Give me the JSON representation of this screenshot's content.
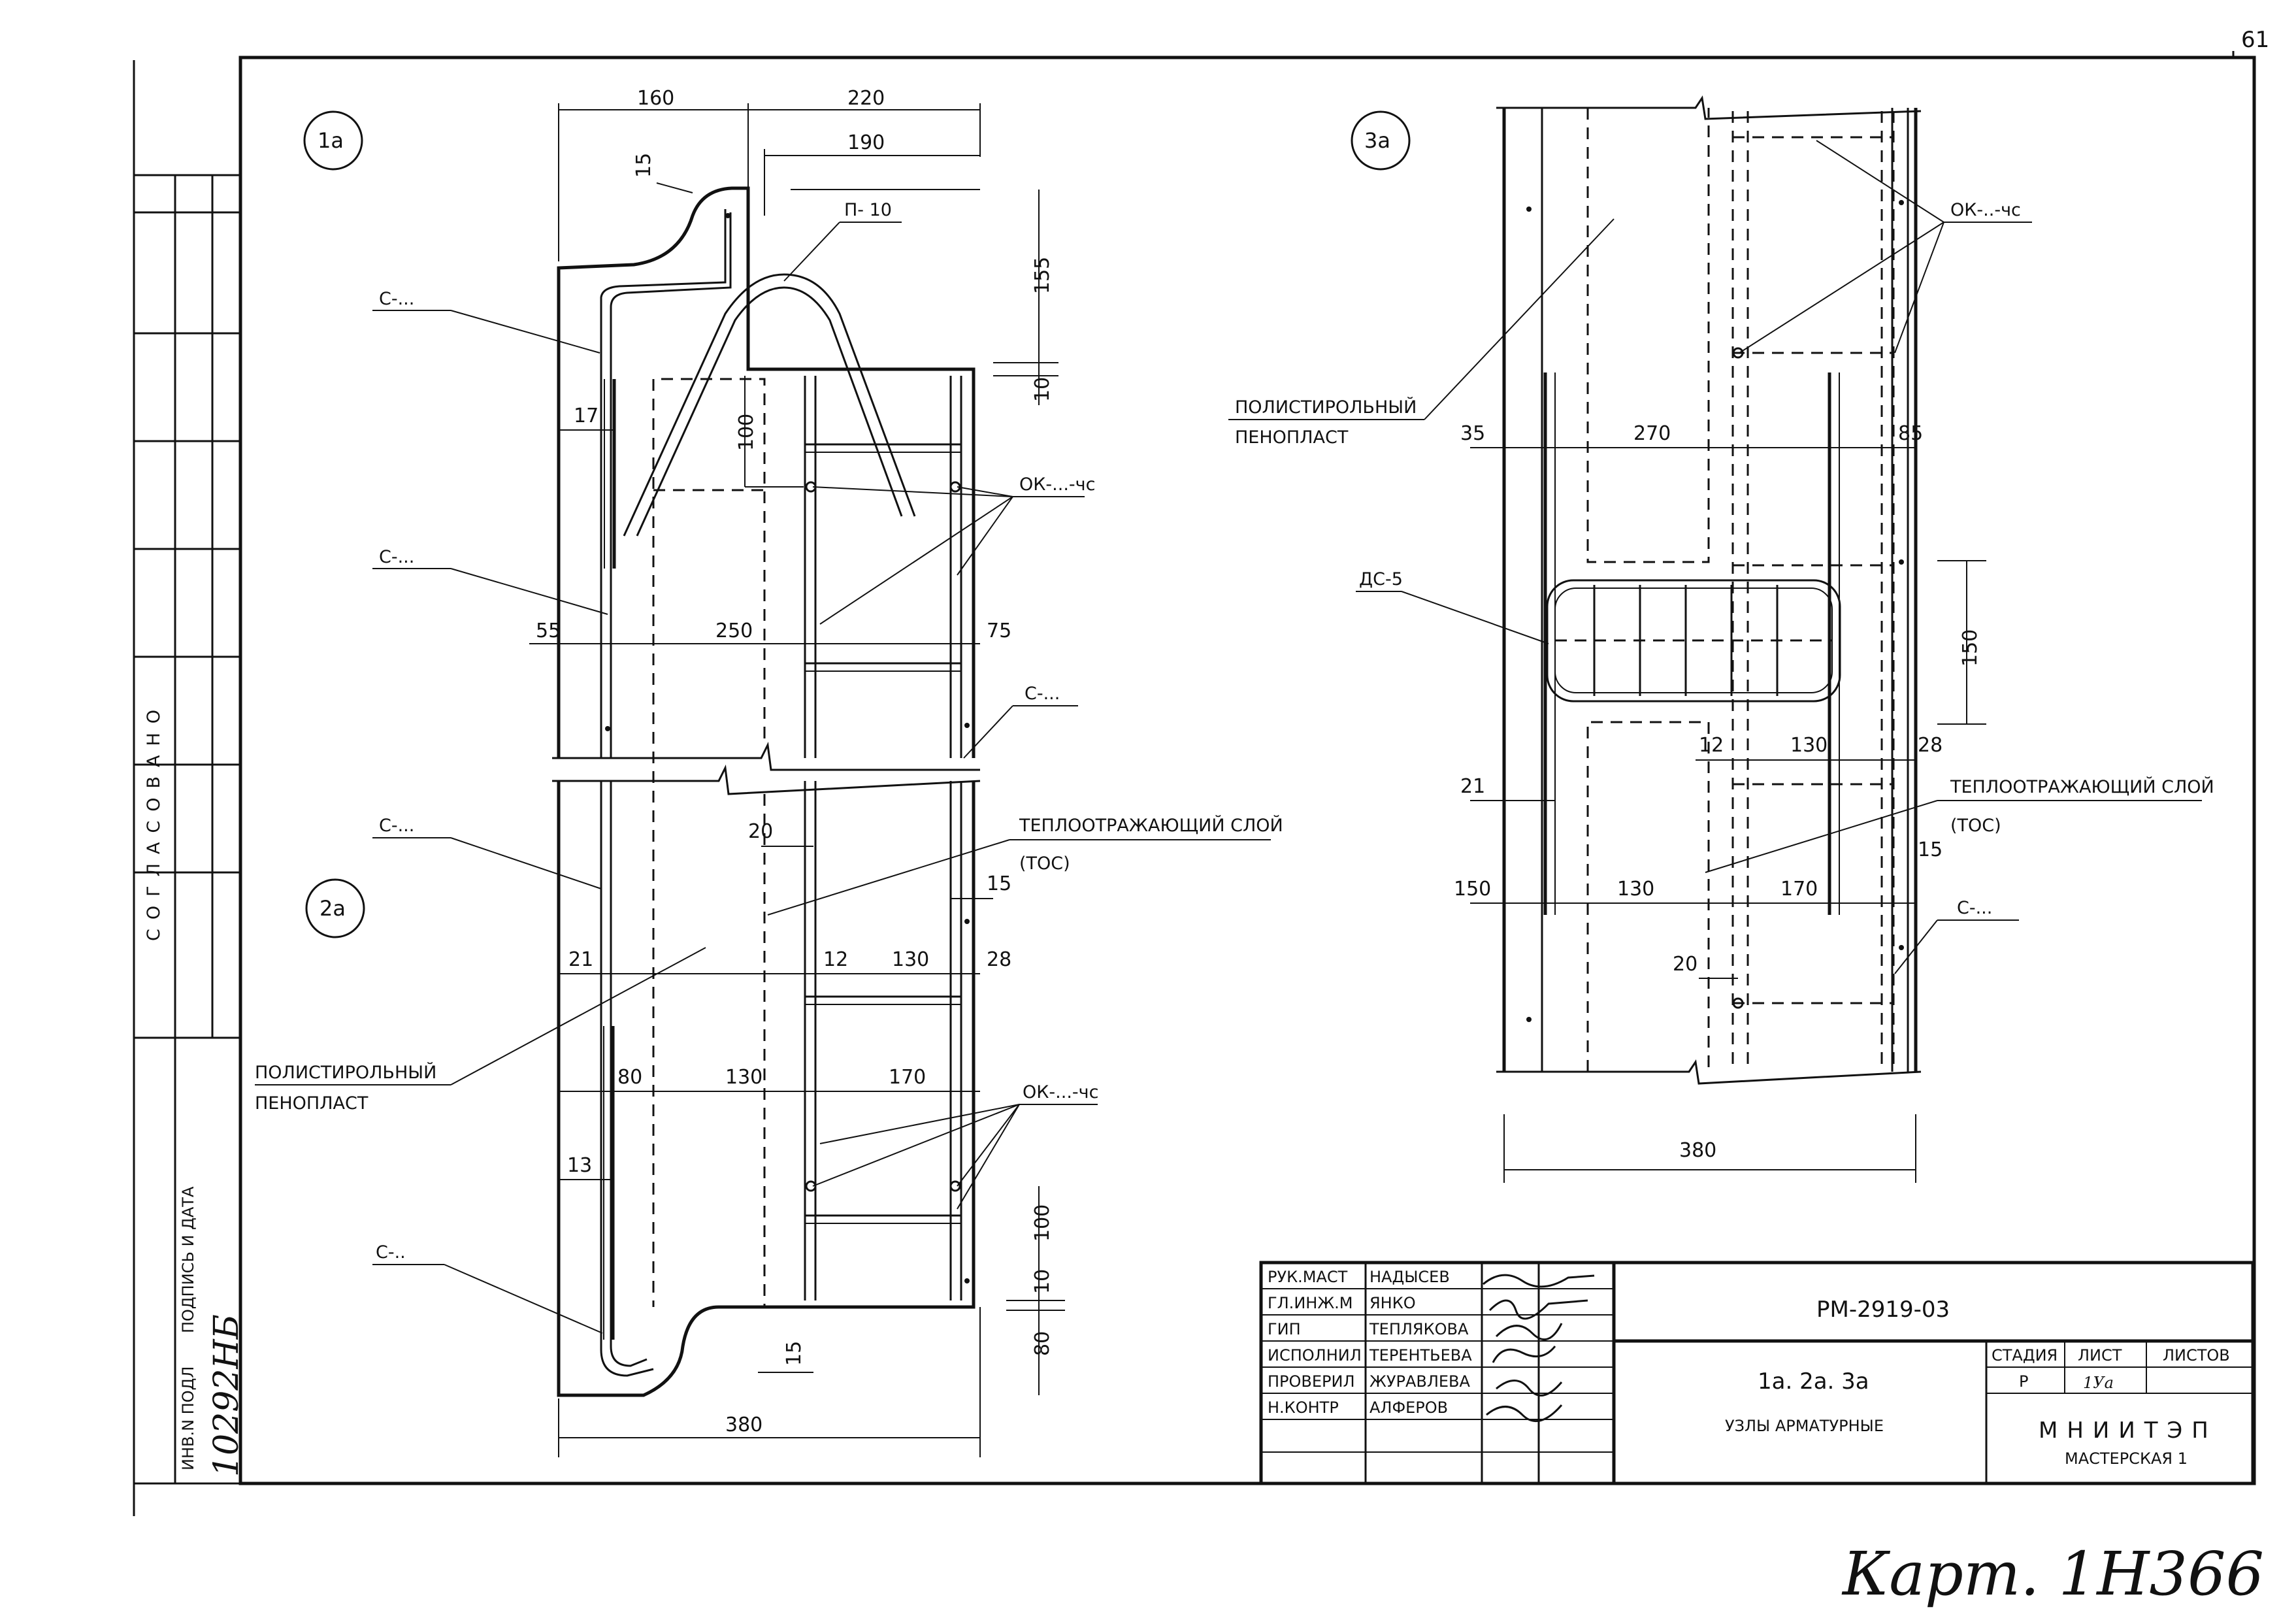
{
  "sheet_number": "61",
  "side_stamp": {
    "agreed": "СОГЛАСОВАНО",
    "sign_date": "ПОДПИСЬ И ДАТА",
    "inv_no": "ИНВ.N ПОДЛ",
    "inv_value": "10292НБ"
  },
  "nodes": {
    "n1": "1а",
    "n2": "2а",
    "n3": "3а"
  },
  "dims_left": {
    "d160": "160",
    "d220": "220",
    "d190": "190",
    "d15a": "15",
    "d155": "155",
    "d10a": "10",
    "d17": "17",
    "d100a": "100",
    "d55": "55",
    "d250": "250",
    "d75": "75",
    "d20a": "20",
    "d15b": "15",
    "d21a": "21",
    "d12a": "12",
    "d130a": "130",
    "d28a": "28",
    "d80a": "80",
    "d130b": "130",
    "d170a": "170",
    "d13": "13",
    "d100b": "100",
    "d10b": "10",
    "d80b": "80",
    "d15c": "15",
    "d380a": "380"
  },
  "labels_left": {
    "pb": "П- 10",
    "c1": "С-...",
    "c2": "С-...",
    "c3": "С-...",
    "c4": "С-...",
    "c5": "С-..",
    "ok1": "ОК-...-чс",
    "ok2": "ОК-...-чс",
    "tos1": "ТЕПЛООТРАЖАЮЩИЙ СЛОЙ",
    "tos2": "(ТОС)",
    "pp1": "ПОЛИСТИРОЛЬНЫЙ",
    "pp2": "ПЕНОПЛАСТ"
  },
  "dims_right": {
    "d35": "35",
    "d270": "270",
    "d85": "85",
    "d150a": "150",
    "d12": "12",
    "d130a": "130",
    "d28": "28",
    "d21": "21",
    "d150b": "150",
    "d130b": "130",
    "d170": "170",
    "d15": "15",
    "d20": "20",
    "d380": "380"
  },
  "labels_right": {
    "ok": "ОК-..-чс",
    "pp1": "ПОЛИСТИРОЛЬНЫЙ",
    "pp2": "ПЕНОПЛАСТ",
    "ds": "ДС-5",
    "tos1": "ТЕПЛООТРАЖАЮЩИЙ СЛОЙ",
    "tos2": "(ТОС)",
    "c": "С-..."
  },
  "title_block": {
    "roles": [
      "РУК.МАСТ",
      "ГЛ.ИНЖ.М",
      "ГИП",
      "ИСПОЛНИЛ",
      "ПРОВЕРИЛ",
      "Н.КОНТР"
    ],
    "names": [
      "НАДЫСЕВ",
      "ЯНКО",
      "ТЕПЛЯКОВА",
      "ТЕРЕНТЬЕВА",
      "ЖУРАВЛЕВА",
      "АЛФЕРОВ"
    ],
    "code": "РМ-2919-03",
    "title1": "1а. 2а. 3а",
    "title2": "УЗЛЫ АРМАТУРНЫЕ",
    "stage_h": "СТАДИЯ",
    "sheet_h": "ЛИСТ",
    "sheets_h": "ЛИСТОВ",
    "stage": "Р",
    "sheet": "1Уа",
    "org1": "МНИИТЭП",
    "org2": "МАСТЕРСКАЯ 1"
  },
  "archive_note": "Карт. 1Н366"
}
